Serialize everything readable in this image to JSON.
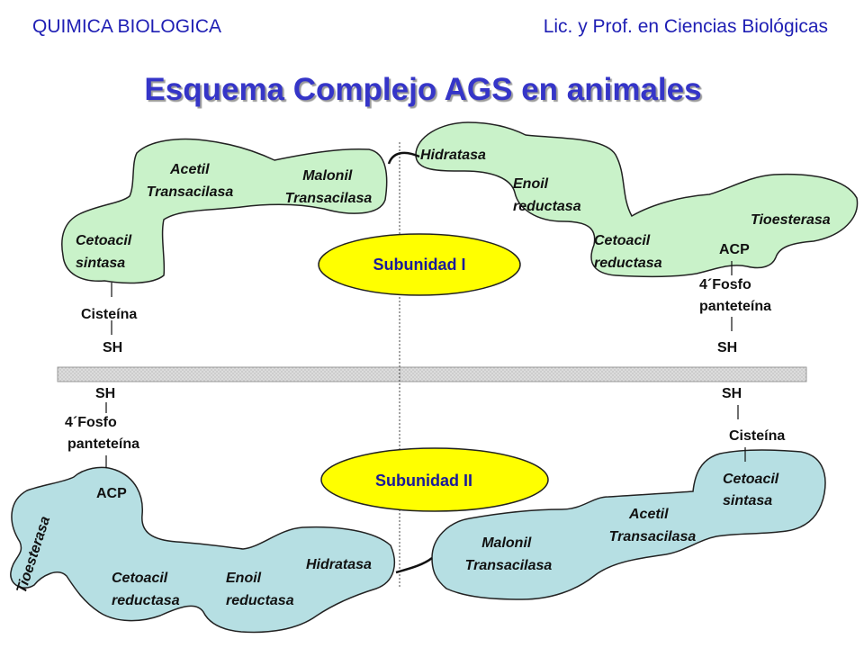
{
  "header": {
    "course": "QUIMICA BIOLOGICA",
    "program": "Lic. y Prof. en Ciencias Biológicas"
  },
  "title": "Esquema Complejo AGS en animales",
  "colors": {
    "header_text": "#1f1fb4",
    "title_text": "#3535c8",
    "subunit1_fill": "#c9f2c9",
    "subunit2_fill": "#b6dfe3",
    "subunit_label_fill": "#ffff00",
    "subunit_label_text": "#1a1a9a",
    "divider_fill": "#dcdcdc"
  },
  "subunit_1": {
    "label": "Subunidad I",
    "domains": {
      "cetoacil_sintasa": [
        "Cetoacil",
        "sintasa"
      ],
      "acetil_transacilasa": [
        "Acetil",
        "Transacilasa"
      ],
      "malonil_transacilasa": [
        "Malonil",
        "Transacilasa"
      ],
      "hidratasa": [
        "Hidratasa"
      ],
      "enoil_reductasa": [
        "Enoil",
        "reductasa"
      ],
      "cetoacil_reductasa": [
        "Cetoacil",
        "reductasa"
      ],
      "tioesterasa": [
        "Tioesterasa"
      ],
      "acp": [
        "ACP"
      ]
    },
    "left_arm": {
      "residue": "Cisteína",
      "thiol": "SH"
    },
    "right_arm": {
      "residue": [
        "4´Fosfo",
        "panteteína"
      ],
      "thiol": "SH"
    }
  },
  "subunit_2": {
    "label": "Subunidad II",
    "domains": {
      "tioesterasa": [
        "Tioesterasa"
      ],
      "acp": [
        "ACP"
      ],
      "cetoacil_reductasa": [
        "Cetoacil",
        "reductasa"
      ],
      "enoil_reductasa": [
        "Enoil",
        "reductasa"
      ],
      "hidratasa": [
        "Hidratasa"
      ],
      "malonil_transacilasa": [
        "Malonil",
        "Transacilasa"
      ],
      "acetil_transacilasa": [
        "Acetil",
        "Transacilasa"
      ],
      "cetoacil_sintasa": [
        "Cetoacil",
        "sintasa"
      ]
    },
    "left_arm": {
      "residue": [
        "4´Fosfo",
        "panteteína"
      ],
      "thiol": "SH"
    },
    "right_arm": {
      "residue": "Cisteína",
      "thiol": "SH"
    }
  }
}
